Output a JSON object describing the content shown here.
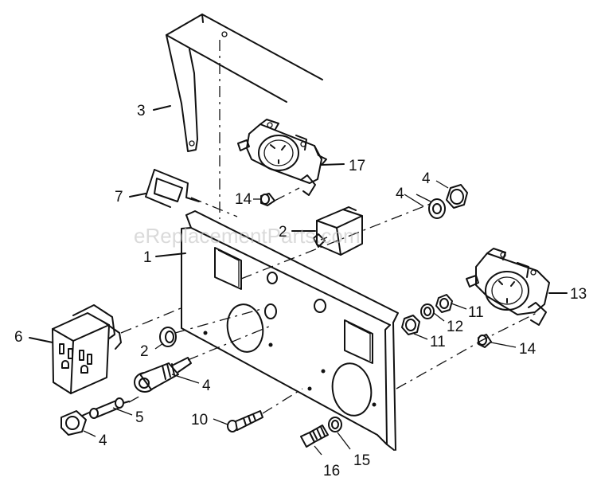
{
  "watermark": "eReplacementParts.com",
  "callouts": {
    "c1": "1",
    "c2a": "2",
    "c2b": "2",
    "c3": "3",
    "c4a": "4",
    "c4b": "4",
    "c4c": "4",
    "c4d": "4",
    "c5": "5",
    "c6": "6",
    "c7": "7",
    "c10": "10",
    "c11a": "11",
    "c11b": "11",
    "c12": "12",
    "c13": "13",
    "c14a": "14",
    "c14b": "14",
    "c15": "15",
    "c16": "16",
    "c17": "17"
  }
}
